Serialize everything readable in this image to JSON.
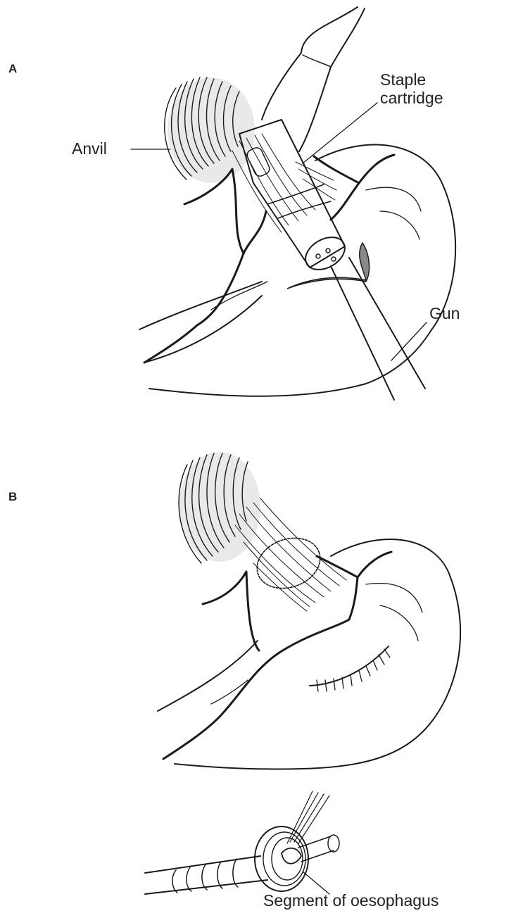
{
  "figure": {
    "panel_a": {
      "letter": "A",
      "labels": {
        "staple_cartridge": "Staple\ncartridge",
        "anvil": "Anvil",
        "gun": "Gun"
      }
    },
    "panel_b": {
      "letter": "B",
      "labels": {
        "segment": "Segment of oesophagus"
      }
    }
  }
}
